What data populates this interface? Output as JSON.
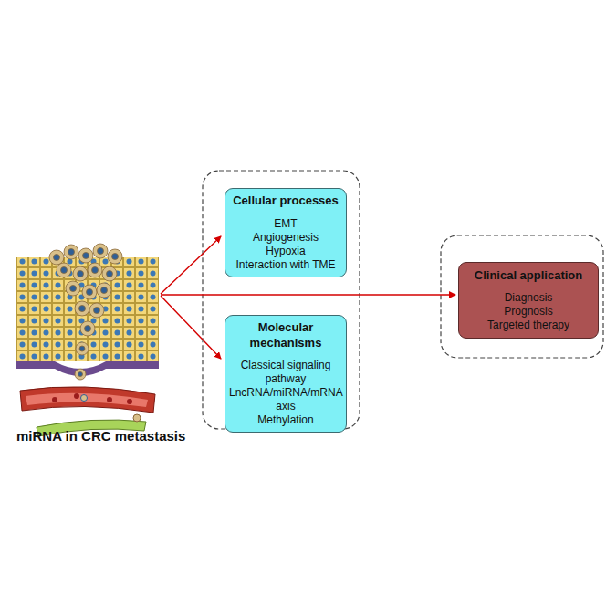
{
  "diagram": {
    "nodes": [
      {
        "text": [
          "Cellular processes",
          "EMT",
          "Angiogenesis",
          "Hypoxia",
          "Interaction with TME"
        ]
      },
      {
        "text": [
          "Molecular mechanisms",
          "Classical signaling pathway",
          "LncRNA/miRNA/mRNA axis",
          "Methylation"
        ]
      },
      {
        "text": [
          "Clinical application",
          "Diagnosis",
          "Prognosis",
          "Targeted therapy"
        ]
      }
    ],
    "labels": [
      "miRNA in CRC metastasis"
    ]
  }
}
